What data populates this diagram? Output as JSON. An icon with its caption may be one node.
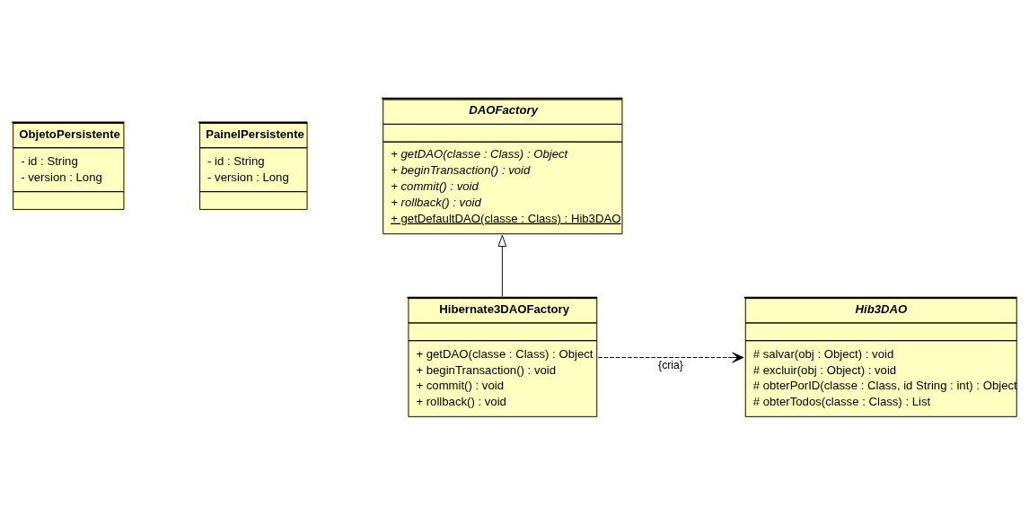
{
  "diagram": {
    "nodes": [
      {
        "text": [
          "ObjetoPersistente",
          "- id : String",
          "- version : Long"
        ]
      },
      {
        "text": [
          "PainelPersistente",
          "- id : String",
          "- version : Long"
        ]
      },
      {
        "text": [
          "DAOFactory",
          "+ getDAO(classe : Class) : Object",
          "+ beginTransaction() : void",
          "+ commit() : void",
          "+ rollback() : void",
          "+ getDefaultDAO(classe : Class) : Hib3DAO"
        ]
      },
      {
        "text": [
          "Hib3DAO",
          "# salvar(obj : Object) : void",
          "# excluir(obj : Object) : void",
          "# obterPorID(classe : Class, id String : int) : Object",
          "# obterTodos(classe : Class) : List"
        ]
      },
      {
        "text": [
          "Hibernate3DAOFactory",
          "+ getDAO(classe : Class) : Object",
          "+ beginTransaction() : void",
          "+ commit() : void",
          "+ rollback() : void"
        ]
      }
    ],
    "edges": [
      {
        "from": 4,
        "to": 2,
        "arrow": "to"
      },
      {
        "from": 4,
        "to": 3,
        "arrow": "to",
        "label": "{cria}",
        "style": "dashed"
      }
    ]
  }
}
